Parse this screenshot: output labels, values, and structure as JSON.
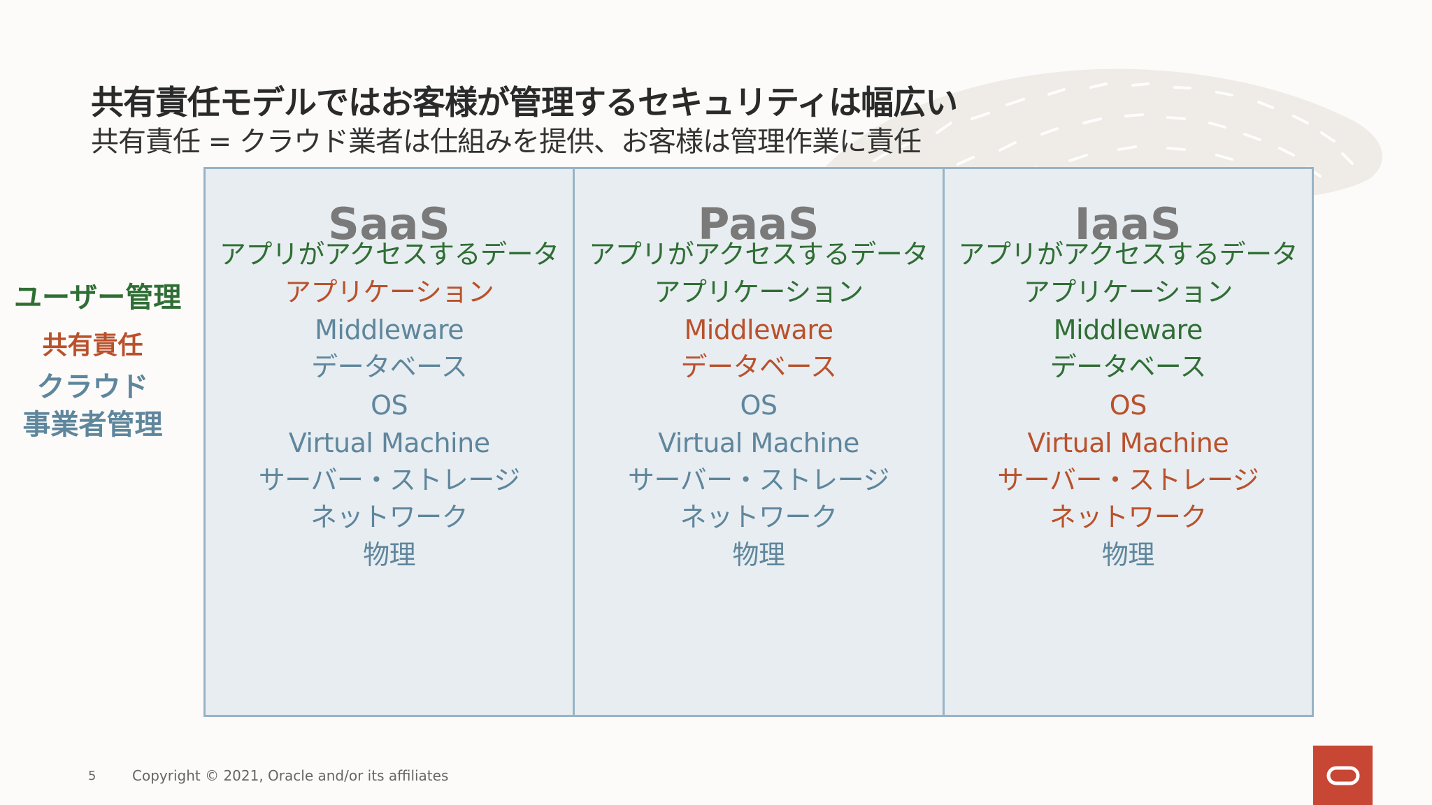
{
  "title": "共有責任モデルではお客様が管理するセキュリティは幅広い",
  "subtitle": "共有責任 = クラウド業者は仕組みを提供、お客様は管理作業に責任",
  "colors": {
    "user": "#2f6e34",
    "shared": "#b9512b",
    "cloud": "#5e869c",
    "header": "#7a7a7a",
    "border": "#98b3c6",
    "oracle_red": "#c74634"
  },
  "legend": {
    "user": "ユーザー管理",
    "shared": "共有責任",
    "cloud_line1": "クラウド",
    "cloud_line2": "事業者管理"
  },
  "columns": [
    {
      "name": "SaaS",
      "layers": [
        {
          "label": "アプリがアクセスするデータ",
          "owner": "user"
        },
        {
          "label": "アプリケーション",
          "owner": "shared"
        },
        {
          "label": "Middleware",
          "owner": "cloud"
        },
        {
          "label": "データベース",
          "owner": "cloud"
        },
        {
          "label": "OS",
          "owner": "cloud"
        },
        {
          "label": "Virtual Machine",
          "owner": "cloud"
        },
        {
          "label": "サーバー・ストレージ",
          "owner": "cloud"
        },
        {
          "label": "ネットワーク",
          "owner": "cloud"
        },
        {
          "label": "物理",
          "owner": "cloud"
        }
      ]
    },
    {
      "name": "PaaS",
      "layers": [
        {
          "label": "アプリがアクセスするデータ",
          "owner": "user"
        },
        {
          "label": "アプリケーション",
          "owner": "user"
        },
        {
          "label": "Middleware",
          "owner": "shared"
        },
        {
          "label": "データベース",
          "owner": "shared"
        },
        {
          "label": "OS",
          "owner": "cloud"
        },
        {
          "label": "Virtual Machine",
          "owner": "cloud"
        },
        {
          "label": "サーバー・ストレージ",
          "owner": "cloud"
        },
        {
          "label": "ネットワーク",
          "owner": "cloud"
        },
        {
          "label": "物理",
          "owner": "cloud"
        }
      ]
    },
    {
      "name": "IaaS",
      "layers": [
        {
          "label": "アプリがアクセスするデータ",
          "owner": "user"
        },
        {
          "label": "アプリケーション",
          "owner": "user"
        },
        {
          "label": "Middleware",
          "owner": "user"
        },
        {
          "label": "データベース",
          "owner": "user"
        },
        {
          "label": "OS",
          "owner": "shared"
        },
        {
          "label": "Virtual Machine",
          "owner": "shared"
        },
        {
          "label": "サーバー・ストレージ",
          "owner": "shared"
        },
        {
          "label": "ネットワーク",
          "owner": "shared"
        },
        {
          "label": "物理",
          "owner": "cloud"
        }
      ]
    }
  ],
  "footer": {
    "page_number": "5",
    "copyright": "Copyright © 2021, Oracle and/or its affiliates"
  }
}
